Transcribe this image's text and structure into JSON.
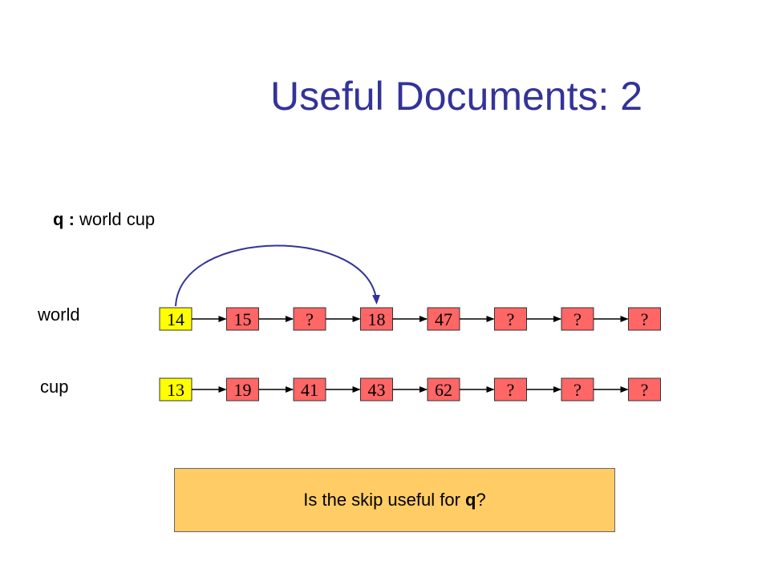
{
  "slide": {
    "title": "Useful Documents: 2",
    "query_prefix": "q",
    "query_sep": " : ",
    "query_text": "world cup"
  },
  "lists": [
    {
      "label": "world",
      "nodes": [
        {
          "value": "14",
          "color": "#ffff00"
        },
        {
          "value": "15",
          "color": "#ff6666"
        },
        {
          "value": "?",
          "color": "#ff6666"
        },
        {
          "value": "18",
          "color": "#ff6666"
        },
        {
          "value": "47",
          "color": "#ff6666"
        },
        {
          "value": "?",
          "color": "#ff6666"
        },
        {
          "value": "?",
          "color": "#ff6666"
        },
        {
          "value": "?",
          "color": "#ff6666"
        }
      ],
      "skip": {
        "from_index": 0,
        "to_index": 3
      }
    },
    {
      "label": "cup",
      "nodes": [
        {
          "value": "13",
          "color": "#ffff00"
        },
        {
          "value": "19",
          "color": "#ff6666"
        },
        {
          "value": "41",
          "color": "#ff6666"
        },
        {
          "value": "43",
          "color": "#ff6666"
        },
        {
          "value": "62",
          "color": "#ff6666"
        },
        {
          "value": "?",
          "color": "#ff6666"
        },
        {
          "value": "?",
          "color": "#ff6666"
        },
        {
          "value": "?",
          "color": "#ff6666"
        }
      ]
    }
  ],
  "callout": {
    "text_before": "Is the skip useful for ",
    "text_bold": "q",
    "text_after": "?"
  },
  "colors": {
    "title": "#333399",
    "skip_arc": "#333399",
    "callout_bg": "#ffcc66"
  }
}
